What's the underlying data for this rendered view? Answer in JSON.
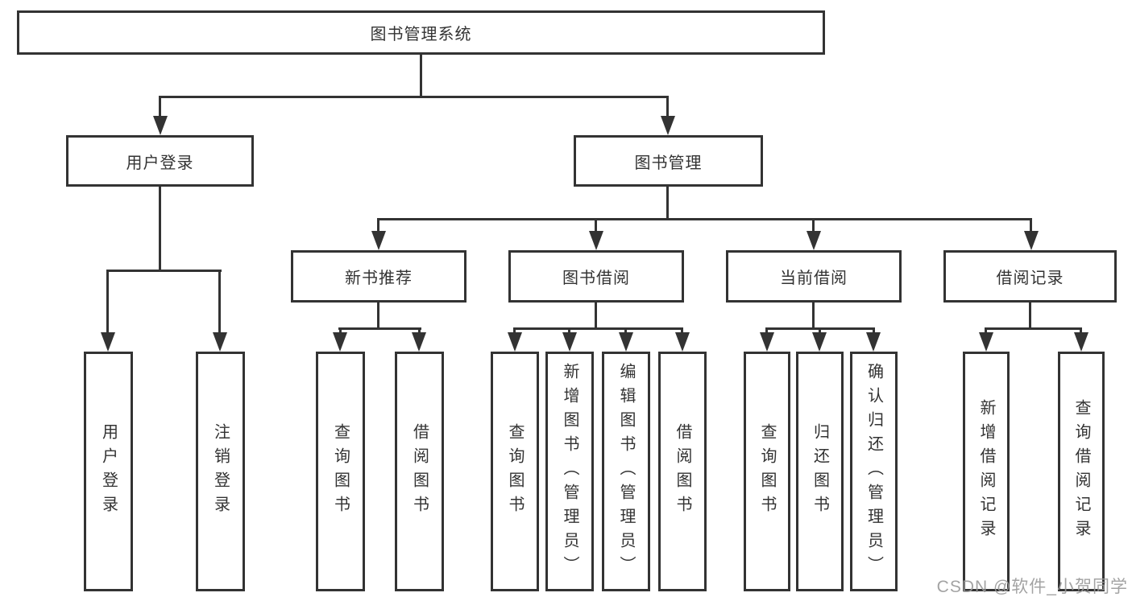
{
  "diagram": {
    "root": {
      "label": "图书管理系统"
    },
    "level2": [
      {
        "label": "用户登录"
      },
      {
        "label": "图书管理"
      }
    ],
    "level3": [
      {
        "label": "新书推荐"
      },
      {
        "label": "图书借阅"
      },
      {
        "label": "当前借阅"
      },
      {
        "label": "借阅记录"
      }
    ],
    "leaves": [
      {
        "label": "用户登录"
      },
      {
        "label": "注销登录"
      },
      {
        "label": "查询图书"
      },
      {
        "label": "借阅图书"
      },
      {
        "label": "查询图书"
      },
      {
        "label": "新增图书（管理员）"
      },
      {
        "label": "编辑图书（管理员）"
      },
      {
        "label": "借阅图书"
      },
      {
        "label": "查询图书"
      },
      {
        "label": "归还图书"
      },
      {
        "label": "确认归还（管理员）"
      },
      {
        "label": "新增借阅记录"
      },
      {
        "label": "查询借阅记录"
      }
    ]
  },
  "watermark": {
    "text": "CSDN @软件_小贺同学"
  },
  "colors": {
    "line": "#333333",
    "background": "#ffffff",
    "watermark": "#9a9a9a"
  }
}
